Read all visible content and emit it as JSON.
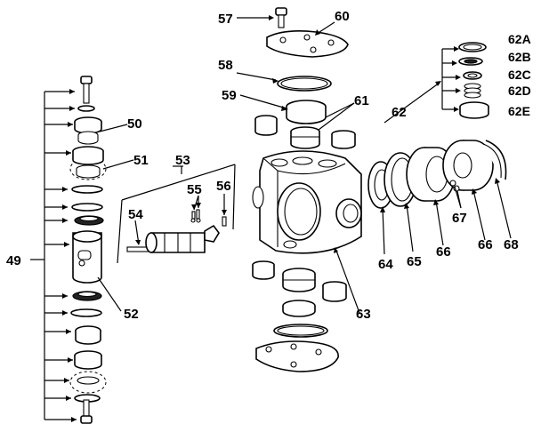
{
  "callouts": {
    "c49": "49",
    "c50": "50",
    "c51": "51",
    "c52": "52",
    "c53": "53",
    "c54": "54",
    "c55": "55",
    "c56": "56",
    "c57": "57",
    "c58": "58",
    "c59": "59",
    "c60": "60",
    "c61": "61",
    "c62": "62",
    "c62a": "62A",
    "c62b": "62B",
    "c62c": "62C",
    "c62d": "62D",
    "c62e": "62E",
    "c63": "63",
    "c64": "64",
    "c65": "65",
    "c66a": "66",
    "c66b": "66",
    "c67": "67",
    "c68": "68"
  }
}
